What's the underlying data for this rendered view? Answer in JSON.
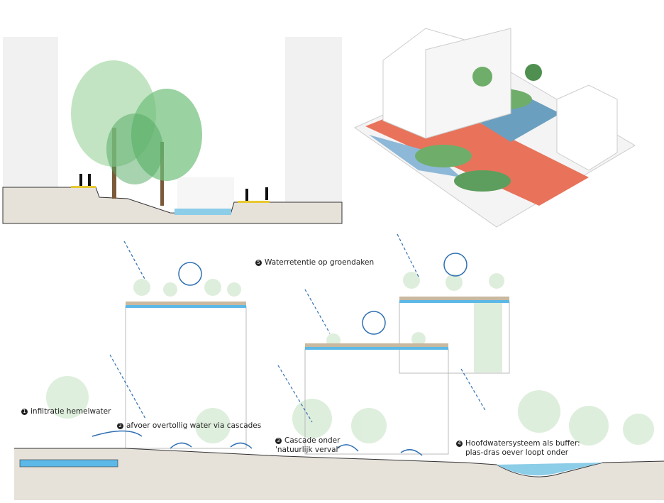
{
  "labels": [
    {
      "num": "1",
      "text": "infiltratie hemelwater"
    },
    {
      "num": "2",
      "text": "afvoer overtollig water via cascades"
    },
    {
      "num": "3",
      "text": "Cascade onder",
      "text2": "'natuurlijk verval'"
    },
    {
      "num": "4",
      "text": "Hoofdwatersysteem als buffer:",
      "text2": "plas-dras oever loopt onder"
    },
    {
      "num": "5",
      "text": "Waterretentie op groendaken"
    }
  ],
  "colors": {
    "water": "#8ccde8",
    "path": "#e8735a",
    "green": "#8fc99a",
    "ground": "#e6e1d9",
    "arrow": "#2f6fb3"
  }
}
